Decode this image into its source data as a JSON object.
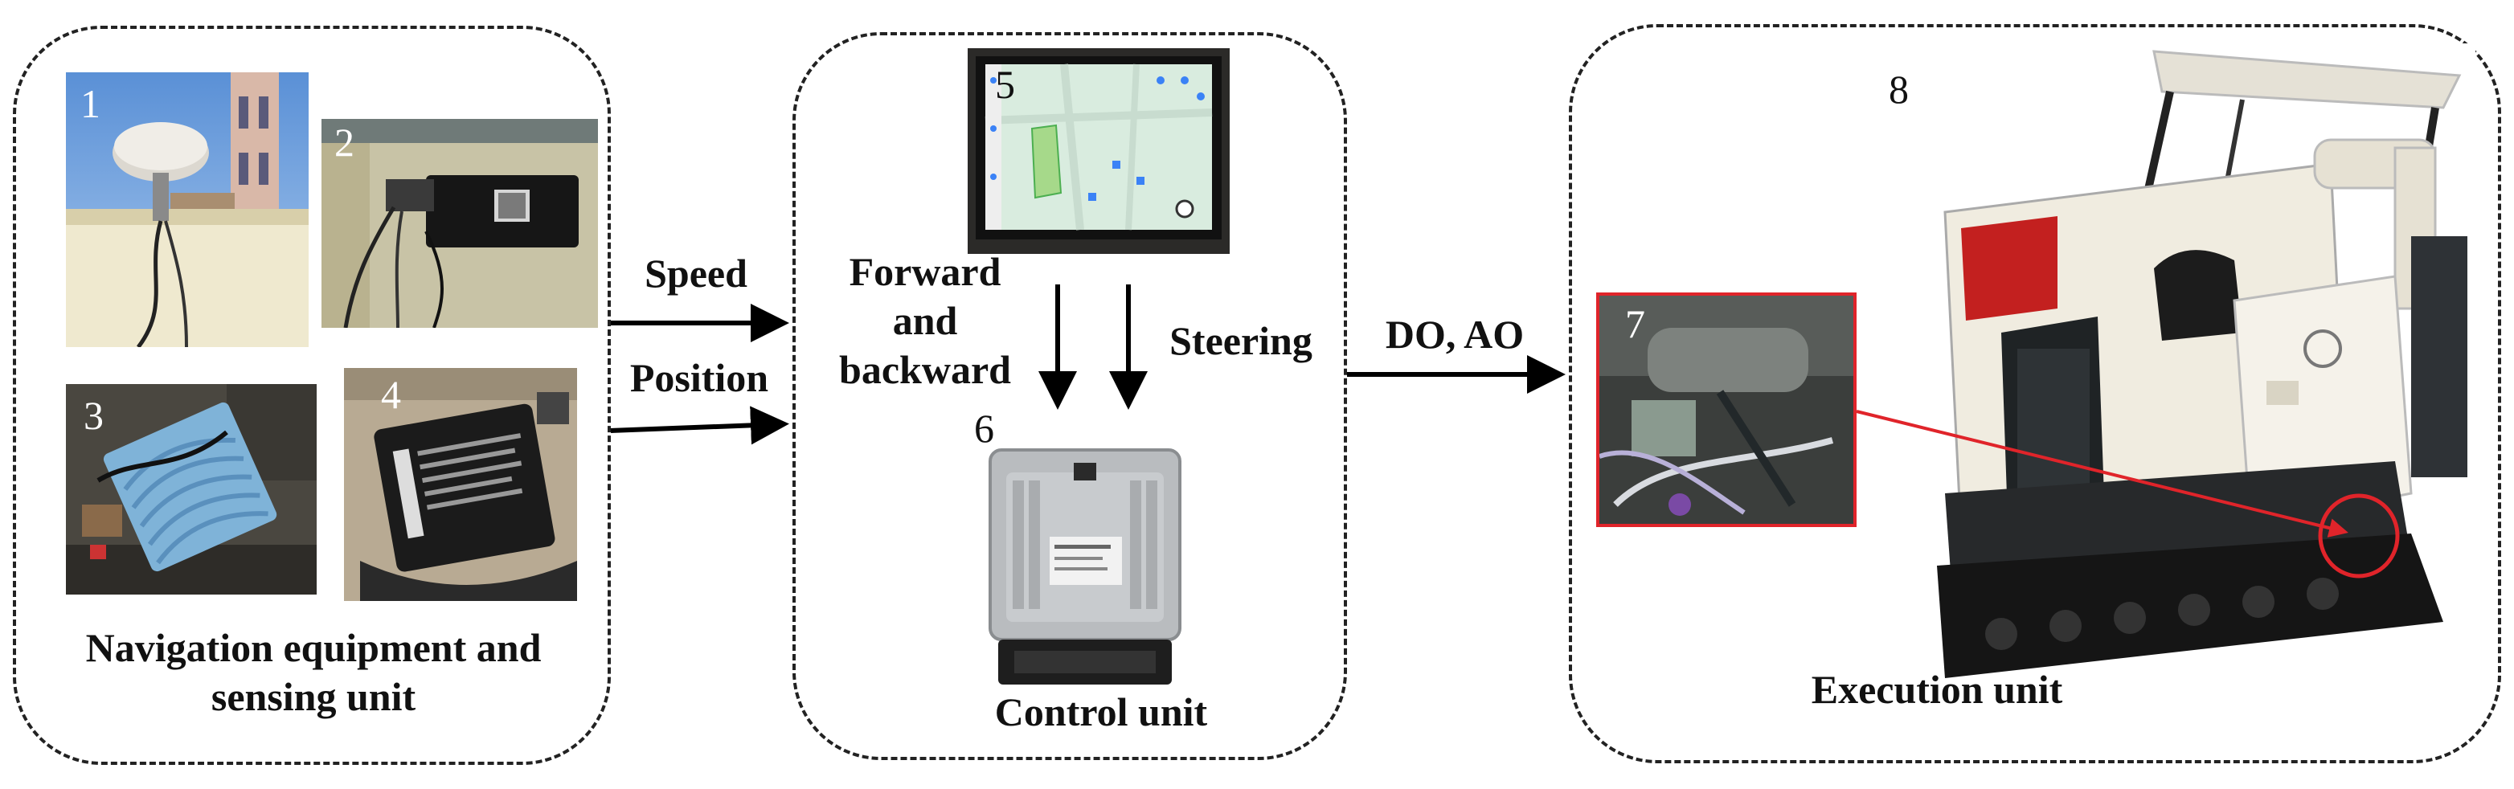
{
  "numbers": {
    "n1": "1",
    "n2": "2",
    "n3": "3",
    "n4": "4",
    "n5": "5",
    "n6": "6",
    "n7": "7",
    "n8": "8"
  },
  "groups": {
    "navigation": {
      "title_line1": "Navigation equipment and",
      "title_line2": "sensing unit"
    },
    "control": {
      "title": "Control unit"
    },
    "execution": {
      "title": "Execution unit"
    }
  },
  "signals": {
    "speed": "Speed",
    "position": "Position",
    "forward_backward_line1": "Forward",
    "forward_backward_line2": "and",
    "forward_backward_line3": "backward",
    "steering": "Steering",
    "do_ao": "DO, AO"
  },
  "colors": {
    "highlight": "#e0242a",
    "border": "#222222"
  }
}
